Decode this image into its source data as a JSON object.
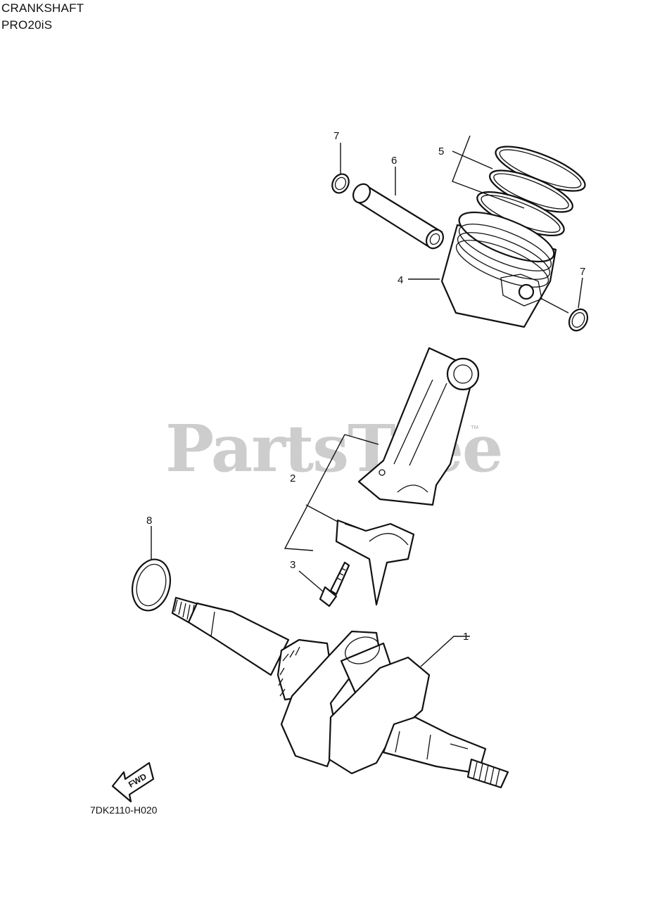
{
  "header": {
    "title": "CRANKSHAFT",
    "model": "PRO20iS"
  },
  "watermark": {
    "text": "PartsTree",
    "trademark": "™"
  },
  "callouts": [
    {
      "label": "1",
      "part": "crankshaft"
    },
    {
      "label": "2",
      "part": "connecting-rod"
    },
    {
      "label": "3",
      "part": "bolt"
    },
    {
      "label": "4",
      "part": "piston"
    },
    {
      "label": "5",
      "part": "piston-ring-set"
    },
    {
      "label": "6",
      "part": "piston-pin"
    },
    {
      "label": "7",
      "part": "circlip"
    },
    {
      "label": "7",
      "part": "circlip"
    },
    {
      "label": "8",
      "part": "washer"
    }
  ],
  "direction_arrow": {
    "label": "FWD"
  },
  "diagram_code": "7DK2110-H020"
}
